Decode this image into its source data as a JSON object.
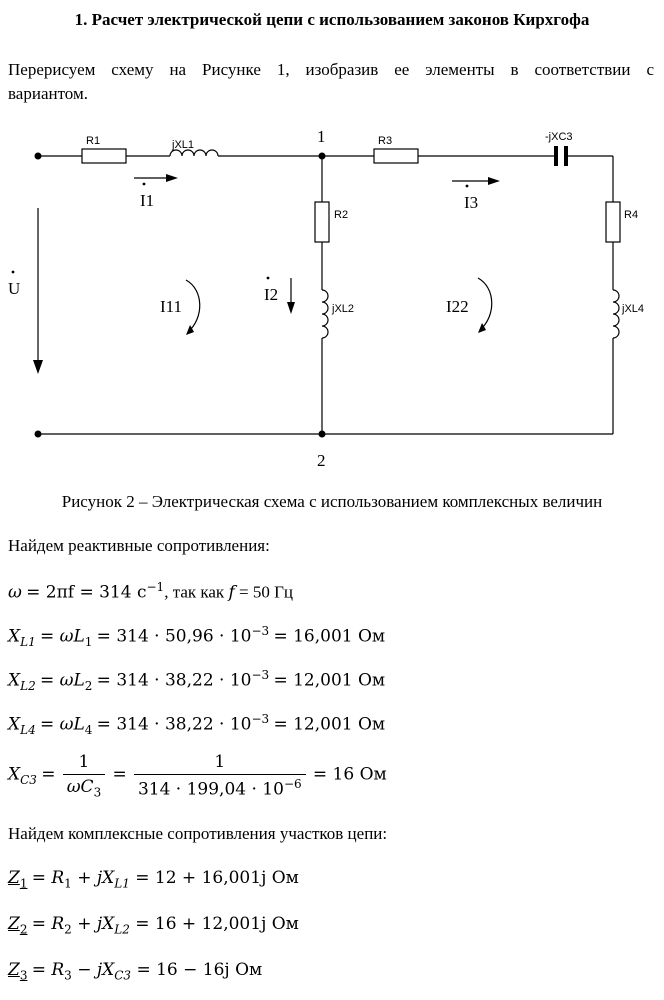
{
  "heading": "1.  Расчет электрической цепи с использованием законов Кирхгофа",
  "intro_line1": "Перерисуем схему на Рисунке 1, изобразив ее элементы в соответствии с",
  "intro_line2": "вариантом.",
  "diagram": {
    "node1": "1",
    "node2": "2",
    "R1": "R1",
    "jXL1": "jXL1",
    "R3": "R3",
    "minus_jXC3": "-jXC3",
    "R2": "R2",
    "jXL2": "jXL2",
    "R4": "R4",
    "jXL4": "jXL4",
    "I1": "I1",
    "I2": "I2",
    "I3": "I3",
    "U": "U",
    "loop1": "I11",
    "loop2": "I22"
  },
  "caption": "Рисунок 2 – Электрическая схема с использованием комплексных величин",
  "reactive_title": "Найдем реактивные сопротивления:",
  "omega_line": {
    "sym": "ω",
    "expr": "= 2πf = 314 с",
    "exp": "−1",
    "tail": ", так как",
    "f": "f",
    "f_value": "= 50 Гц"
  },
  "xl1": {
    "lhs": "X",
    "lhs_sub": "L1",
    "eq1": "= ωL",
    "eq1_sub": "1",
    "num": "= 314 · 50,96 · 10",
    "exp": "−3",
    "res": "= 16,001 Ом"
  },
  "xl2": {
    "lhs": "X",
    "lhs_sub": "L2",
    "eq1": "= ωL",
    "eq1_sub": "2",
    "num": "= 314 · 38,22 · 10",
    "exp": "−3",
    "res": "= 12,001 Ом"
  },
  "xl4": {
    "lhs": "X",
    "lhs_sub": "L4",
    "eq1": "= ωL",
    "eq1_sub": "4",
    "num": "= 314 · 38,22 · 10",
    "exp": "−3",
    "res": "= 12,001 Ом"
  },
  "xc3": {
    "lhs": "X",
    "lhs_sub": "C3",
    "frac1_num": "1",
    "frac1_den": "ωC",
    "frac1_den_sub": "3",
    "frac2_num": "1",
    "frac2_den": "314 · 199,04 · 10",
    "frac2_exp": "−6",
    "res": "= 16 Ом"
  },
  "complex_title": "Найдем комплексные сопротивления участков цепи:",
  "z1": {
    "z": "Z",
    "z_sub": "1",
    "rhs": "= R",
    "r_sub": "1",
    "plus": " + jX",
    "x_sub": "L1",
    "res": " = 12 + 16,001j Ом"
  },
  "z2": {
    "z": "Z",
    "z_sub": "2",
    "rhs": "= R",
    "r_sub": "2",
    "plus": " + jX",
    "x_sub": "L2",
    "res": " = 16 + 12,001j Ом"
  },
  "z3": {
    "z": "Z",
    "z_sub": "3",
    "rhs": "= R",
    "r_sub": "3",
    "plus": " − jX",
    "x_sub": "C3",
    "res": " = 16 − 16j Ом"
  }
}
